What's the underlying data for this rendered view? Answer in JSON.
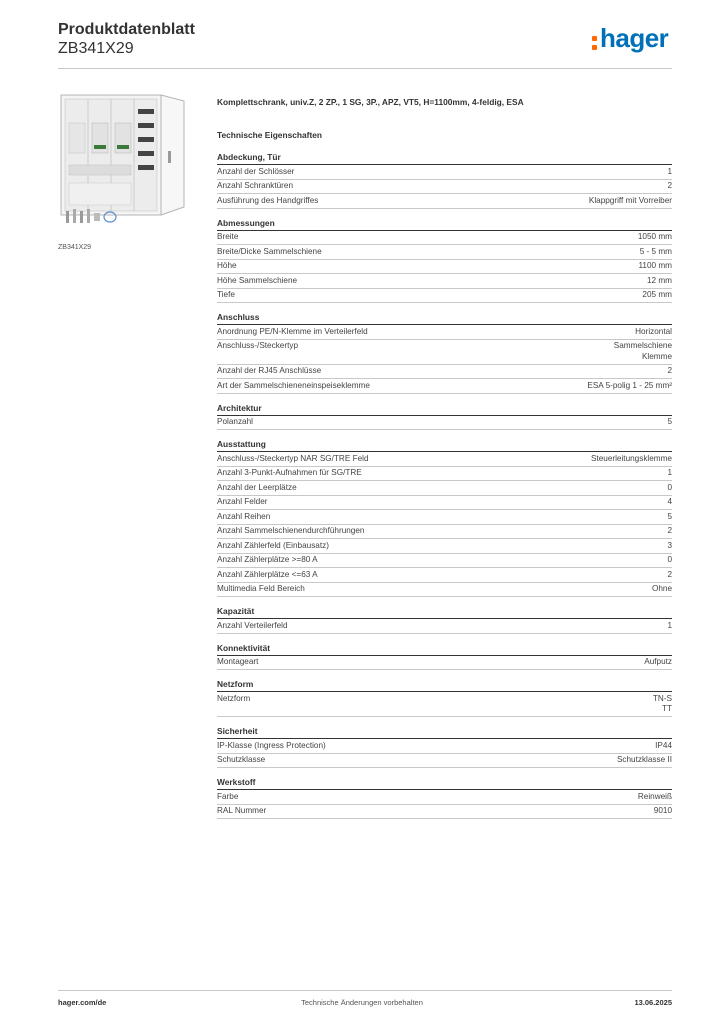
{
  "header": {
    "title": "Produktdatenblatt",
    "subtitle": "ZB341X29",
    "logo_text": "hager"
  },
  "colors": {
    "brand_blue": "#0070b8",
    "brand_orange": "#ff6a00",
    "text": "#333333",
    "rule": "#c8c8c8"
  },
  "image": {
    "caption": "ZB341X29",
    "icon": "distribution-cabinet-photo"
  },
  "product_description": "Komplettschrank, univ.Z, 2 ZP., 1 SG, 3P., APZ, VT5, H=1100mm, 4-feldig, ESA",
  "technical_title": "Technische Eigenschaften",
  "sections": [
    {
      "title": "Abdeckung, Tür",
      "rows": [
        {
          "label": "Anzahl der Schlösser",
          "values": [
            "1"
          ]
        },
        {
          "label": "Anzahl Schranktüren",
          "values": [
            "2"
          ]
        },
        {
          "label": "Ausführung des Handgriffes",
          "values": [
            "Klappgriff mit Vorreiber"
          ]
        }
      ]
    },
    {
      "title": "Abmessungen",
      "rows": [
        {
          "label": "Breite",
          "values": [
            "1050 mm"
          ]
        },
        {
          "label": "Breite/Dicke Sammelschiene",
          "values": [
            "5 - 5 mm"
          ]
        },
        {
          "label": "Höhe",
          "values": [
            "1100 mm"
          ]
        },
        {
          "label": "Höhe Sammelschiene",
          "values": [
            "12 mm"
          ]
        },
        {
          "label": "Tiefe",
          "values": [
            "205 mm"
          ]
        }
      ]
    },
    {
      "title": "Anschluss",
      "rows": [
        {
          "label": "Anordnung PE/N-Klemme im Verteilerfeld",
          "values": [
            "Horizontal"
          ]
        },
        {
          "label": "Anschluss-/Steckertyp",
          "values": [
            "Sammelschiene",
            "Klemme"
          ]
        },
        {
          "label": "Anzahl der RJ45 Anschlüsse",
          "values": [
            "2"
          ]
        },
        {
          "label": "Art der Sammelschieneneinspeiseklemme",
          "values": [
            "ESA 5-polig 1 - 25 mm²"
          ]
        }
      ]
    },
    {
      "title": "Architektur",
      "rows": [
        {
          "label": "Polanzahl",
          "values": [
            "5"
          ]
        }
      ]
    },
    {
      "title": "Ausstattung",
      "rows": [
        {
          "label": "Anschluss-/Steckertyp NAR SG/TRE Feld",
          "values": [
            "Steuerleitungsklemme"
          ]
        },
        {
          "label": "Anzahl 3-Punkt-Aufnahmen für SG/TRE",
          "values": [
            "1"
          ]
        },
        {
          "label": "Anzahl der Leerplätze",
          "values": [
            "0"
          ]
        },
        {
          "label": "Anzahl Felder",
          "values": [
            "4"
          ]
        },
        {
          "label": "Anzahl Reihen",
          "values": [
            "5"
          ]
        },
        {
          "label": "Anzahl Sammelschienendurchführungen",
          "values": [
            "2"
          ]
        },
        {
          "label": "Anzahl Zählerfeld (Einbausatz)",
          "values": [
            "3"
          ]
        },
        {
          "label": "Anzahl Zählerplätze >=80 A",
          "values": [
            "0"
          ]
        },
        {
          "label": "Anzahl Zählerplätze <=63 A",
          "values": [
            "2"
          ]
        },
        {
          "label": "Multimedia Feld Bereich",
          "values": [
            "Ohne"
          ]
        }
      ]
    },
    {
      "title": "Kapazität",
      "rows": [
        {
          "label": "Anzahl Verteilerfeld",
          "values": [
            "1"
          ]
        }
      ]
    },
    {
      "title": "Konnektivität",
      "rows": [
        {
          "label": "Montageart",
          "values": [
            "Aufputz"
          ]
        }
      ]
    },
    {
      "title": "Netzform",
      "rows": [
        {
          "label": "Netzform",
          "values": [
            "TN-S",
            "TT"
          ]
        }
      ]
    },
    {
      "title": "Sicherheit",
      "rows": [
        {
          "label": "IP-Klasse (Ingress Protection)",
          "values": [
            "IP44"
          ]
        },
        {
          "label": "Schutzklasse",
          "values": [
            "Schutzklasse II"
          ]
        }
      ]
    },
    {
      "title": "Werkstoff",
      "rows": [
        {
          "label": "Farbe",
          "values": [
            "Reinweiß"
          ]
        },
        {
          "label": "RAL Nummer",
          "values": [
            "9010"
          ]
        }
      ]
    }
  ],
  "footer": {
    "website": "hager.com/de",
    "notice": "Technische Änderungen vorbehalten",
    "date": "13.06.2025"
  }
}
